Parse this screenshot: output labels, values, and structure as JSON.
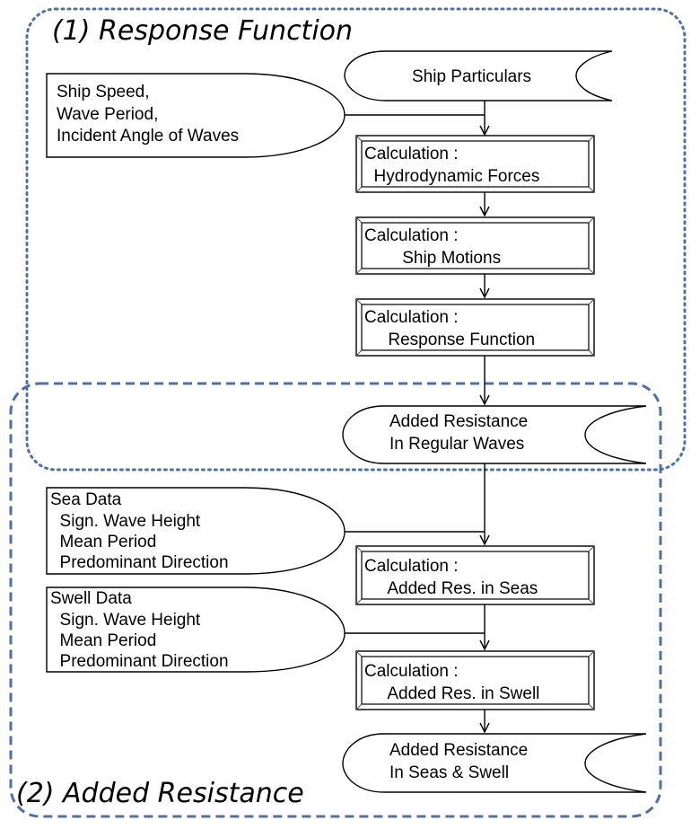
{
  "colors": {
    "boundary": "#4f6fa8",
    "stroke": "#000000",
    "bevel_light": "#d8d8d8",
    "bevel_dark": "#555555"
  },
  "groups": {
    "response_function": "(1) Response Function",
    "added_resistance": "(2) Added Resistance"
  },
  "inputs": {
    "ship_particulars": [
      "Ship Particulars"
    ],
    "ship_conditions": [
      "Ship Speed,",
      "Wave Period,",
      "Incident Angle of Waves"
    ],
    "sea_data": [
      "Sea Data",
      "  Sign. Wave Height",
      "  Mean Period",
      "  Predominant Direction"
    ],
    "swell_data": [
      "Swell Data",
      "  Sign. Wave Height",
      "  Mean Period",
      "  Predominant Direction"
    ]
  },
  "processes": {
    "hydrodynamic_forces": [
      "Calculation :",
      "  Hydrodynamic Forces"
    ],
    "ship_motions": [
      "Calculation :",
      "        Ship Motions"
    ],
    "response_function": [
      "Calculation :",
      "     Response Function"
    ],
    "added_res_seas": [
      "Calculation :",
      "     Added Res. in Seas"
    ],
    "added_res_swell": [
      "Calculation :",
      "     Added Res. in Swell"
    ]
  },
  "stores": {
    "added_resistance_regular": [
      "Added Resistance",
      "In Regular Waves"
    ],
    "added_resistance_seas_swell": [
      "Added Resistance",
      "In Seas & Swell"
    ]
  }
}
